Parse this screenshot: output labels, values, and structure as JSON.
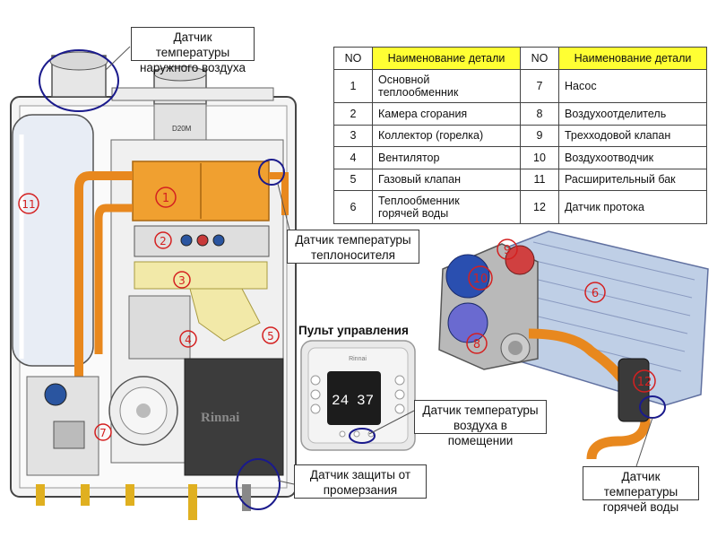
{
  "table": {
    "headers": {
      "no": "NO",
      "name": "Наименование детали"
    },
    "rows": [
      {
        "left_no": "1",
        "left_name": "Основной\nтеплообменник",
        "right_no": "7",
        "right_name": "Насос"
      },
      {
        "left_no": "2",
        "left_name": "Камера сгорания",
        "right_no": "8",
        "right_name": "Воздухоотделитель"
      },
      {
        "left_no": "3",
        "left_name": "Коллектор (горелка)",
        "right_no": "9",
        "right_name": "Трехходовой клапан"
      },
      {
        "left_no": "4",
        "left_name": "Вентилятор",
        "right_no": "10",
        "right_name": "Воздухоотводчик"
      },
      {
        "left_no": "5",
        "left_name": "Газовый клапан",
        "right_no": "11",
        "right_name": "Расширительный бак"
      },
      {
        "left_no": "6",
        "left_name": "Теплообменник\nгорячей воды",
        "right_no": "12",
        "right_name": "Датчик протока"
      }
    ]
  },
  "callouts": {
    "outdoor_air_sensor": "Датчик температуры\nнаружного воздуха",
    "coolant_sensor": "Датчик температуры\nтеплоносителя",
    "room_air_sensor": "Датчик температуры\nвоздуха в помещении",
    "frost_sensor": "Датчик защиты от\nпромерзания",
    "hot_water_sensor": "Датчик температуры\nгорячей воды"
  },
  "control_panel": {
    "title": "Пульт управления",
    "brand": "Rinnai",
    "display_left": "24",
    "display_right": "37"
  },
  "boiler": {
    "brand": "Rinnai",
    "model_tag": "D20M"
  },
  "markers": {
    "m1": "1",
    "m2": "2",
    "m3": "3",
    "m4": "4",
    "m5": "5",
    "m6": "6",
    "m7": "7",
    "m8": "8",
    "m9": "9",
    "m10": "10",
    "m11": "11",
    "m12": "12"
  },
  "colors": {
    "marker_red": "#d42020",
    "heat_exchanger_orange": "#f0a030",
    "pipe_orange": "#e8881e",
    "table_header_yellow": "#ffff33",
    "sensor_circle_blue": "#1a1a8c"
  }
}
